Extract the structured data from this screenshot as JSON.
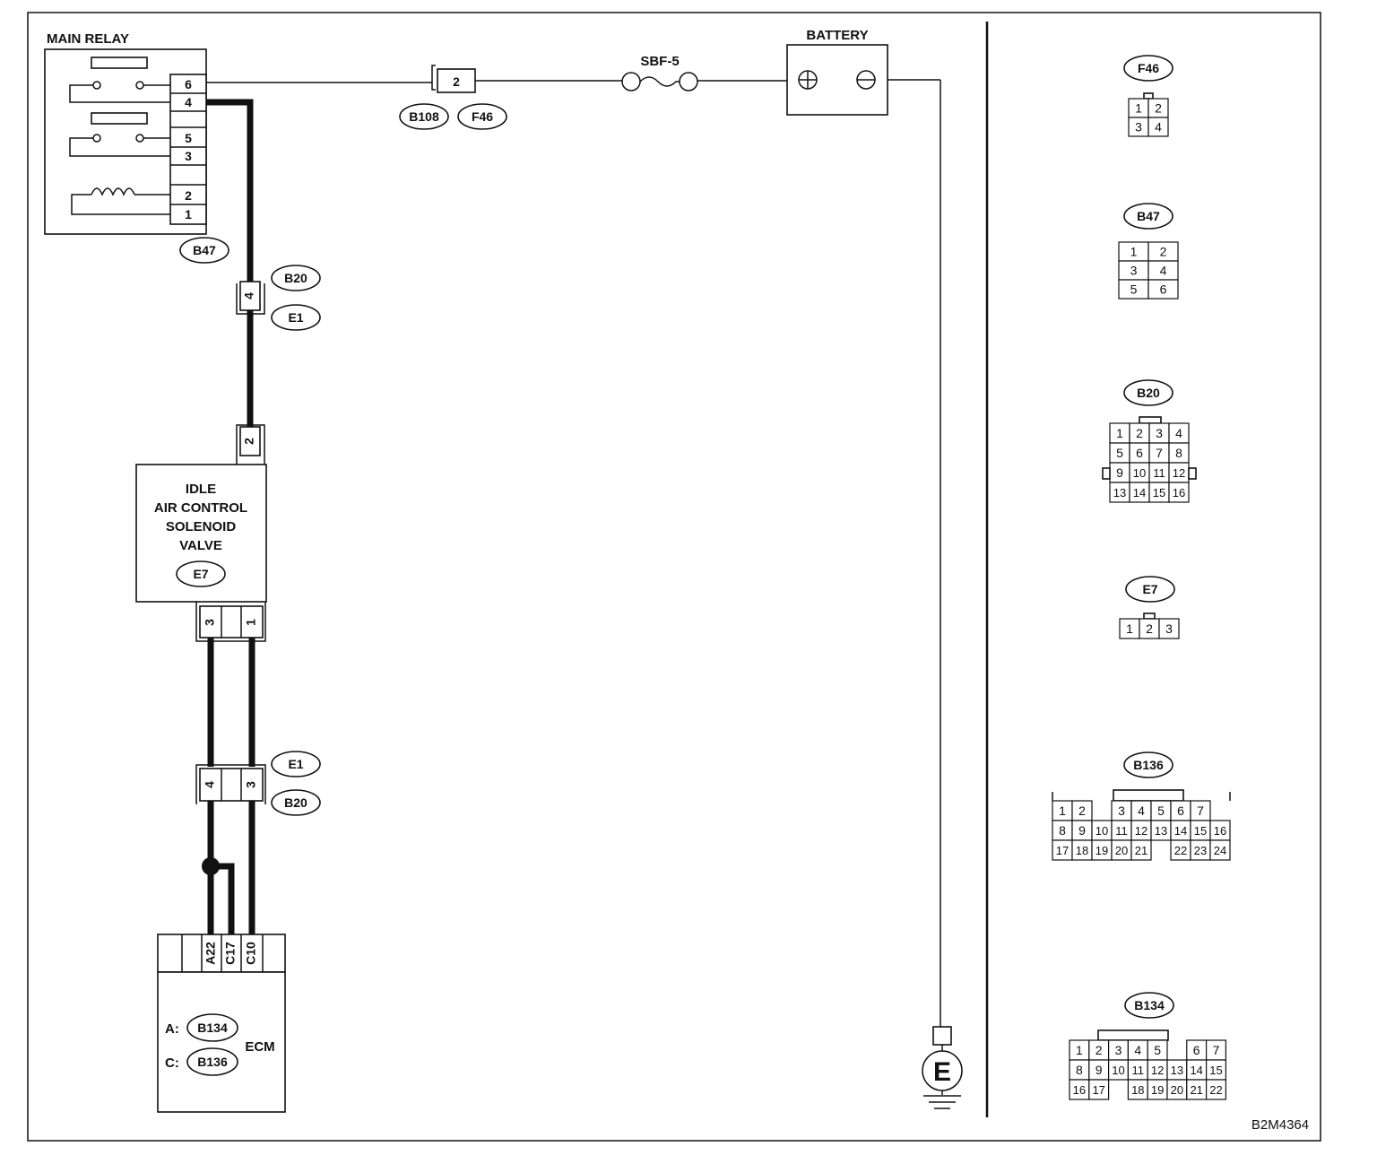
{
  "main_relay": {
    "title": "MAIN RELAY",
    "pins": [
      "6",
      "4",
      "5",
      "3",
      "2",
      "1"
    ],
    "connector": "B47"
  },
  "fuse_connector": {
    "pin": "2",
    "connectors": [
      "B108",
      "F46"
    ]
  },
  "fuse": {
    "label": "SBF-5"
  },
  "battery": {
    "label": "BATTERY",
    "plus": "⊕",
    "minus": "⊖"
  },
  "junction_upper": {
    "pin": "4",
    "connectors": [
      "B20",
      "E1"
    ]
  },
  "solenoid": {
    "lines": [
      "IDLE",
      "AIR CONTROL",
      "SOLENOID",
      "VALVE"
    ],
    "connector": "E7",
    "top_pin": "2",
    "bottom_pins": [
      "3",
      "1"
    ]
  },
  "junction_lower": {
    "pins": [
      "4",
      "3"
    ],
    "connectors": [
      "E1",
      "B20"
    ]
  },
  "ecm": {
    "label": "ECM",
    "pins": [
      "A22",
      "C17",
      "C10"
    ],
    "prefix_a": "A:",
    "prefix_c": "C:",
    "connector_a": "B134",
    "connector_c": "C:B136",
    "connector_c_name": "B136"
  },
  "ground": {
    "label": "E"
  },
  "connector_views": {
    "F46": {
      "name": "F46",
      "rows": [
        [
          "1",
          "2"
        ],
        [
          "3",
          "4"
        ]
      ]
    },
    "B47": {
      "name": "B47",
      "rows": [
        [
          "1",
          "2"
        ],
        [
          "3",
          "4"
        ],
        [
          "5",
          "6"
        ]
      ]
    },
    "B20": {
      "name": "B20",
      "rows": [
        [
          "1",
          "2",
          "3",
          "4"
        ],
        [
          "5",
          "6",
          "7",
          "8"
        ],
        [
          "9",
          "10",
          "11",
          "12"
        ],
        [
          "13",
          "14",
          "15",
          "16"
        ]
      ]
    },
    "E7": {
      "name": "E7",
      "rows": [
        [
          "1",
          "2",
          "3"
        ]
      ]
    },
    "B136": {
      "name": "B136",
      "rows": [
        [
          "1",
          "2",
          "",
          "3",
          "4",
          "5",
          "6",
          "7"
        ],
        [
          "8",
          "9",
          "10",
          "11",
          "12",
          "13",
          "14",
          "15",
          "16"
        ],
        [
          "17",
          "18",
          "19",
          "20",
          "21",
          "",
          "22",
          "23",
          "24"
        ]
      ]
    },
    "B134": {
      "name": "B134",
      "rows": [
        [
          "1",
          "2",
          "3",
          "4",
          "5",
          "",
          "6",
          "7"
        ],
        [
          "8",
          "9",
          "10",
          "11",
          "12",
          "13",
          "14",
          "15"
        ],
        [
          "16",
          "17",
          "",
          "18",
          "19",
          "20",
          "21",
          "22"
        ]
      ]
    }
  },
  "figure_code": "B2M4364"
}
